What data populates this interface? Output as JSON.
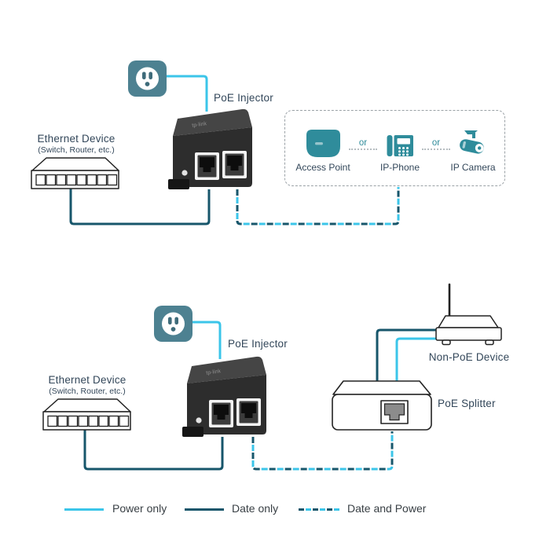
{
  "colors": {
    "power_line": "#3BC5E9",
    "data_line": "#17566B",
    "icon_teal": "#2F8C9B",
    "outlet_teal": "#4D8191",
    "label_text": "#33475A"
  },
  "injector_logo_text": "tp-link",
  "diagram_top": {
    "poe_injector_label": "PoE Injector",
    "ethernet_device_label": "Ethernet Device",
    "ethernet_device_sublabel": "(Switch, Router, etc.)",
    "powered_devices": {
      "separator": "or",
      "items": [
        {
          "label": "Access Point"
        },
        {
          "label": "IP-Phone"
        },
        {
          "label": "IP Camera"
        }
      ]
    }
  },
  "diagram_bottom": {
    "poe_injector_label": "PoE Injector",
    "ethernet_device_label": "Ethernet Device",
    "ethernet_device_sublabel": "(Switch, Router, etc.)",
    "non_poe_device_label": "Non-PoE Device",
    "poe_splitter_label": "PoE Splitter"
  },
  "legend": {
    "items": [
      {
        "label": "Power only"
      },
      {
        "label": "Date only"
      },
      {
        "label": "Date and Power"
      }
    ]
  }
}
